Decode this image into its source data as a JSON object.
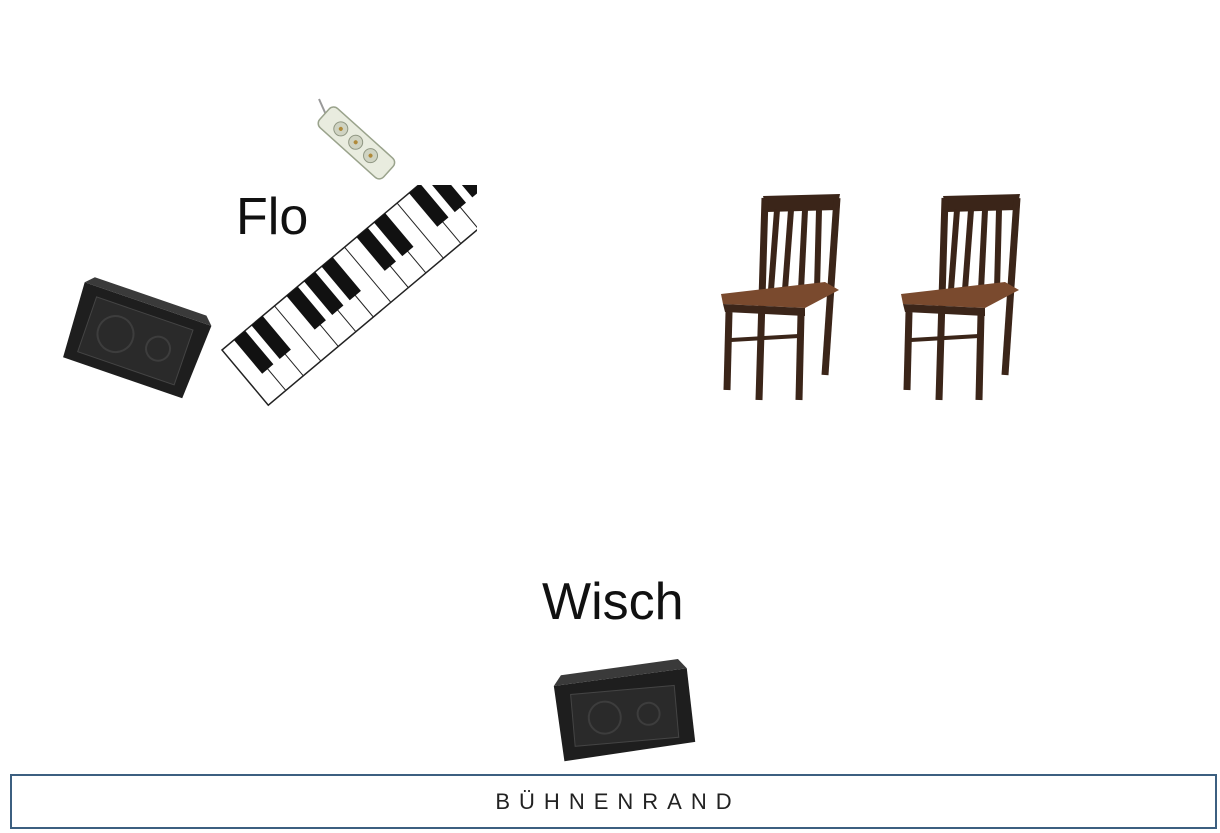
{
  "labels": {
    "flo": "Flo",
    "wisch": "Wisch"
  },
  "stage_edge": {
    "label": "BÜHNENRAND"
  },
  "items": [
    {
      "name": "power-strip-icon"
    },
    {
      "name": "keyboard-icon"
    },
    {
      "name": "monitor-speaker-icon"
    },
    {
      "name": "chair-icon"
    },
    {
      "name": "chair-icon"
    },
    {
      "name": "monitor-speaker-icon"
    }
  ],
  "colors": {
    "stage_border": "#3c5f80",
    "chair_wood": "#3b2519",
    "chair_seat": "#7a4a2e",
    "speaker": "#1e1e1e"
  }
}
